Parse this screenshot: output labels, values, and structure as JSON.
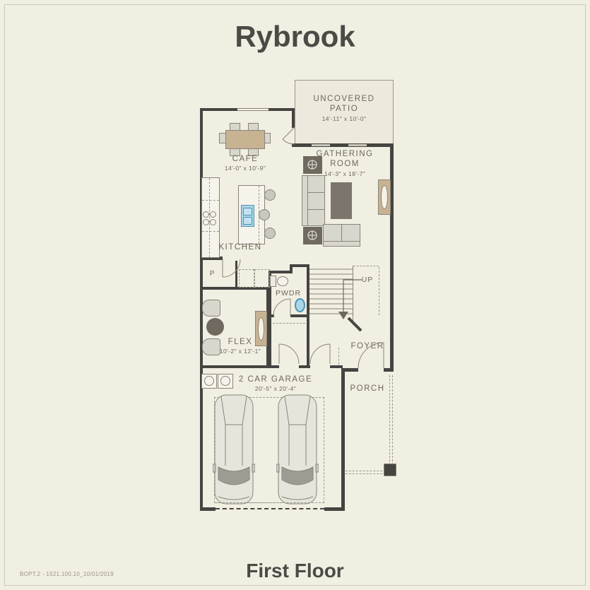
{
  "title": "Rybrook",
  "footer": {
    "floor_label": "First Floor",
    "doc_code": "BOPT.2 - 1521.100.10_10/01/2019"
  },
  "rooms": {
    "patio": {
      "name": "UNCOVERED PATIO",
      "dims": "14'-11\" x 10'-0\""
    },
    "cafe": {
      "name": "CAFE",
      "dims": "14'-0\" x 10'-9\""
    },
    "gathering": {
      "name": "GATHERING ROOM",
      "dims": "14'-3\" x 18'-7\""
    },
    "kitchen": {
      "name": "KITCHEN"
    },
    "pwdr": {
      "name": "PWDR"
    },
    "flex": {
      "name": "FLEX",
      "dims": "10'-2\" x 12'-1\""
    },
    "foyer": {
      "name": "FOYER"
    },
    "porch": {
      "name": "PORCH"
    },
    "garage": {
      "name": "2 CAR GARAGE",
      "dims": "20'-5\" x 20'-4\""
    }
  },
  "annotations": {
    "stairs_direction": "UP",
    "pantry": "P"
  },
  "colors": {
    "background": "#f1eee2",
    "wall": "#454440",
    "line_gray": "#8a8478",
    "furniture_tan": "#c7b292",
    "furniture_gray": "#d8d7ce",
    "furniture_dark": "#6f695f",
    "sink_blue": "#a9d6e8",
    "text_gray": "#6c685d",
    "title_color": "#4b4a45"
  }
}
